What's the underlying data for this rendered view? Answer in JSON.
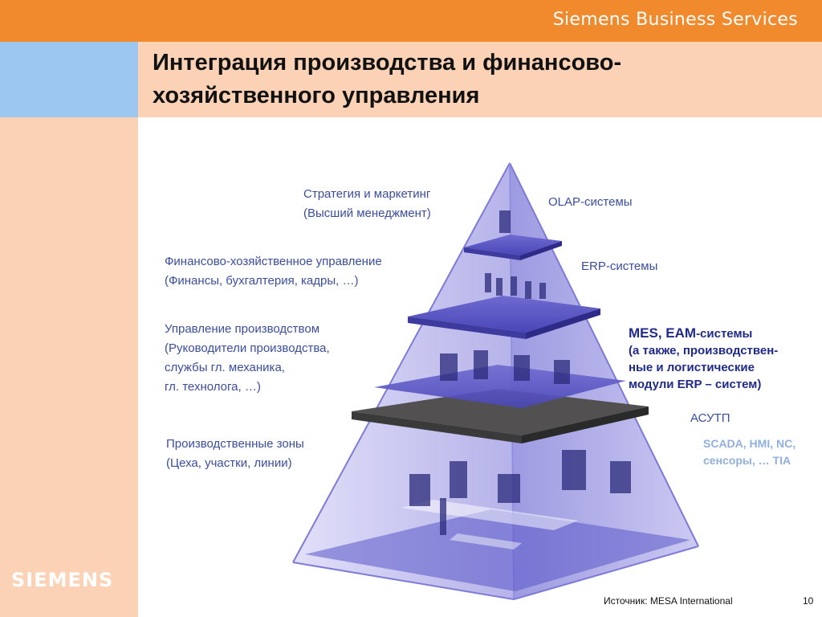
{
  "header": {
    "brand": "Siemens Business Services",
    "title_line1": "Интеграция производства и финансово-",
    "title_line2": "хозяйственного управления"
  },
  "sidebar": {
    "logo": "SIEMENS"
  },
  "levels": [
    {
      "left": [
        "Стратегия и маркетинг",
        "(Высший менеджмент)"
      ],
      "right": "OLAP-системы"
    },
    {
      "left": [
        "Финансово-хозяйственное управление",
        "(Финансы, бухгалтерия, кадры, …)"
      ],
      "right": "ERP-системы"
    },
    {
      "left": [
        "Управление производством",
        "(Руководители производства,",
        "службы гл. механика,",
        "гл. технолога, …)"
      ],
      "right_main": "MES, EAM",
      "right_suffix": "-системы",
      "right_lines": [
        "(а также, производствен-",
        "ные и логистические",
        "модули ERP – систем)"
      ]
    },
    {
      "left": [
        "Производственные зоны",
        "(Цеха, участки, линии)"
      ],
      "right": "АСУТП",
      "right_lines": [
        "SCADA, HMI, NC,",
        "сенсоры, … TIA"
      ]
    }
  ],
  "footer": {
    "source": "Источник: MESA International",
    "page": "10"
  },
  "colors": {
    "orange": "#f08a2c",
    "peach": "#fbd2b6",
    "blue": "#9cc8f0",
    "pyramid_light": "#c9c6f0",
    "pyramid_dark": "#5a57c8",
    "label_blue": "#3a4ea0",
    "dark_blue": "#1f2a8a"
  }
}
